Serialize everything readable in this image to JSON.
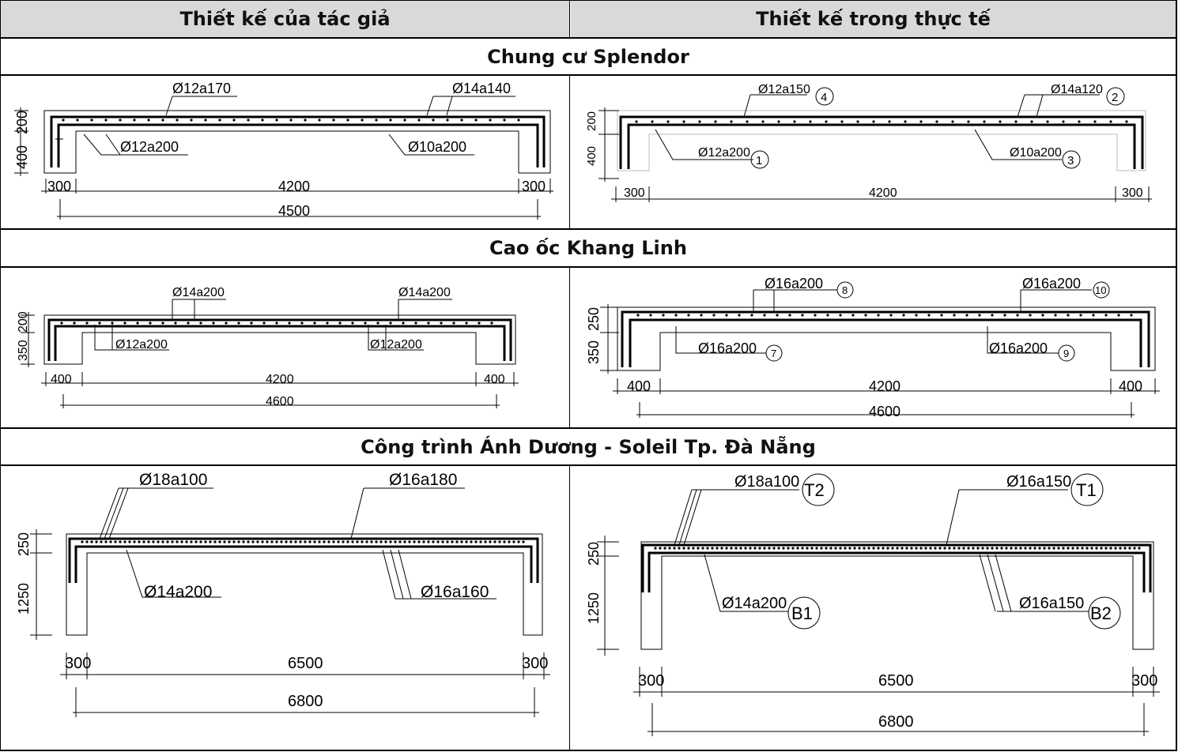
{
  "table": {
    "header": {
      "col1": "Thiết kế của tác giả",
      "col2": "Thiết kế trong thực tế"
    },
    "sections": [
      {
        "title": "Chung cư Splendor",
        "left": {
          "top_left": "Ø12a170",
          "top_right": "Ø14a140",
          "bot_left": "Ø12a200",
          "bot_right": "Ø10a200",
          "h_top": "200",
          "h_bot": "400",
          "w_left": "300",
          "w_mid": "4200",
          "w_right": "300",
          "w_total": "4500"
        },
        "right": {
          "top_left": "Ø12a150",
          "top_right": "Ø14a120",
          "bot_left": "Ø12a200",
          "bot_right": "Ø10a200",
          "m_tl": "4",
          "m_tr": "2",
          "m_bl": "1",
          "m_br": "3",
          "h_top": "200",
          "h_bot": "400",
          "w_left": "300",
          "w_mid": "4200",
          "w_right": "300"
        }
      },
      {
        "title": "Cao ốc Khang Linh",
        "left": {
          "top_left": "Ø14a200",
          "top_right": "Ø14a200",
          "bot_left": "Ø12a200",
          "bot_right": "Ø12a200",
          "h_top": "200",
          "h_bot": "350",
          "w_left": "400",
          "w_mid": "4200",
          "w_right": "400",
          "w_total": "4600"
        },
        "right": {
          "top_left": "Ø16a200",
          "top_right": "Ø16a200",
          "bot_left": "Ø16a200",
          "bot_right": "Ø16a200",
          "m_tl": "8",
          "m_tr": "10",
          "m_bl": "7",
          "m_br": "9",
          "h_top": "250",
          "h_bot": "350",
          "w_left": "400",
          "w_mid": "4200",
          "w_right": "400",
          "w_total": "4600"
        }
      },
      {
        "title": "Công trình Ánh Dương - Soleil Tp. Đà Nẵng",
        "left": {
          "top_left": "Ø18a100",
          "top_right": "Ø16a180",
          "bot_left": "Ø14a200",
          "bot_right": "Ø16a160",
          "h_top": "250",
          "h_bot": "1250",
          "w_left": "300",
          "w_mid": "6500",
          "w_right": "300",
          "w_total": "6800"
        },
        "right": {
          "top_left": "Ø18a100",
          "top_right": "Ø16a150",
          "bot_left": "Ø14a200",
          "bot_right": "Ø16a150",
          "m_tl": "T2",
          "m_tr": "T1",
          "m_bl": "B1",
          "m_br": "B2",
          "h_top": "250",
          "h_bot": "1250",
          "w_left": "300",
          "w_mid": "6500",
          "w_right": "300",
          "w_total": "6800"
        }
      }
    ]
  }
}
